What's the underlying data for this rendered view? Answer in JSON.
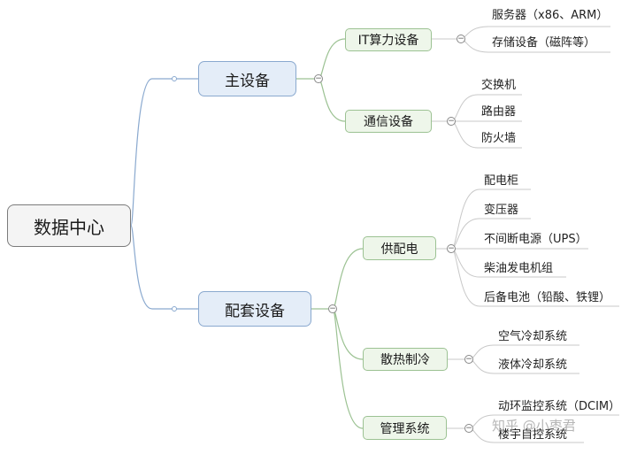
{
  "root": "数据中心",
  "main": {
    "label": "主设备",
    "it": {
      "label": "IT算力设备",
      "items": [
        "服务器（x86、ARM）",
        "存储设备（磁阵等）"
      ]
    },
    "comm": {
      "label": "通信设备",
      "items": [
        "交换机",
        "路由器",
        "防火墙"
      ]
    }
  },
  "support": {
    "label": "配套设备",
    "power": {
      "label": "供配电",
      "items": [
        "配电柜",
        "变压器",
        "不间断电源（UPS）",
        "柴油发电机组",
        "后备电池（铅酸、铁锂）"
      ]
    },
    "cooling": {
      "label": "散热制冷",
      "items": [
        "空气冷却系统",
        "液体冷却系统"
      ]
    },
    "mgmt": {
      "label": "管理系统",
      "items": [
        "动环监控系统（DCIM）",
        "楼宇自控系统"
      ]
    }
  },
  "toggle_symbol": "−",
  "watermark": "知乎 @小枣君",
  "colors": {
    "l1_border": "#8aa9cf",
    "l1_fill": "#e4edf8",
    "l2_border": "#9cc293",
    "l2_fill": "#eef6ea",
    "leaf_line": "#c8c8c8"
  }
}
